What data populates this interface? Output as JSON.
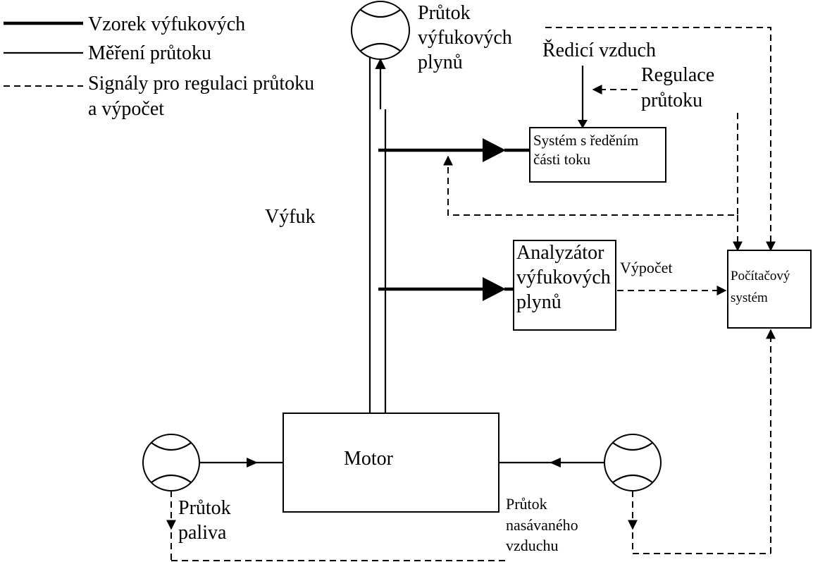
{
  "legend": {
    "exhaust_sample": "Vzorek výfukových",
    "flow_measurement": "Měření průtoku",
    "signals_line1": "Signály pro regulaci průtoku",
    "signals_line2": "a výpočet"
  },
  "labels": {
    "exhaust_flow": [
      "Průtok",
      "výfukových",
      "plynů"
    ],
    "dilution_air": "Ředicí vzduch",
    "flow_control": [
      "Regulace",
      "průtoku"
    ],
    "partial_flow_system": [
      "Systém s ředěním",
      "části toku"
    ],
    "exhaust": "Výfuk",
    "analyzer": [
      "Analyzátor",
      "výfukových",
      "plynů"
    ],
    "calculation": "Výpočet",
    "computer_system": [
      "Počítačový",
      "systém"
    ],
    "engine": "Motor",
    "fuel_flow": [
      "Průtok",
      "paliva"
    ],
    "intake_air_flow": [
      "Průtok",
      "nasávaného",
      "vzduchu"
    ]
  }
}
